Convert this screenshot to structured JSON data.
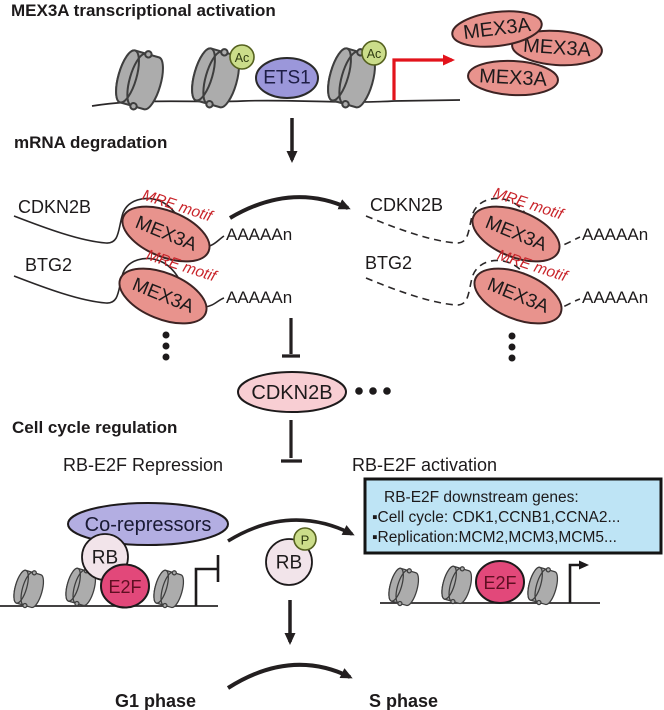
{
  "labels": {
    "title_transcription": "MEX3A transcriptional activation",
    "title_mrna": "mRNA degradation",
    "title_cellcycle": "Cell cycle regulation",
    "mex3a": "MEX3A",
    "ets1": "ETS1",
    "ac": "Ac",
    "cdkn2b": "CDKN2B",
    "btg2": "BTG2",
    "mre_motif": "MRE motif",
    "polya": "AAAAAn",
    "repression": "RB-E2F Repression",
    "activation": "RB-E2F activation",
    "corepressors": "Co-repressors",
    "rb": "RB",
    "e2f": "E2F",
    "phospho": "P",
    "g1_phase": "G1 phase",
    "s_phase": "S phase",
    "box_title": "RB-E2F downstream genes:",
    "box_cell_cycle": "▪Cell cycle: CDK1,CCNB1,CCNA2...",
    "box_replication": "▪Replication:MCM2,MCM3,MCM5..."
  },
  "colors": {
    "mex3a_fill": "#E8938D",
    "mex3a_stroke": "#3d2323",
    "ets1_fill": "#9B97DA",
    "ets1_text": "#1e1e46",
    "ac_fill": "#CBDD8A",
    "ac_stroke": "#55611f",
    "ac_text": "#2f3b10",
    "cdkn2b_fill": "#F8CED3",
    "corep_fill": "#B3AEE2",
    "corep_text": "#1a1a34",
    "rb_fill": "#F2E4EA",
    "e2f_fill": "#E2487A",
    "e2f_text": "#5e0f22",
    "box_fill": "#BEE4F5",
    "nuc_fill": "#ACACAC",
    "nuc_stroke": "#3e3e3e",
    "red_arrow": "#E2131B",
    "red_text": "#C9252B",
    "arrow": "#231F20"
  }
}
